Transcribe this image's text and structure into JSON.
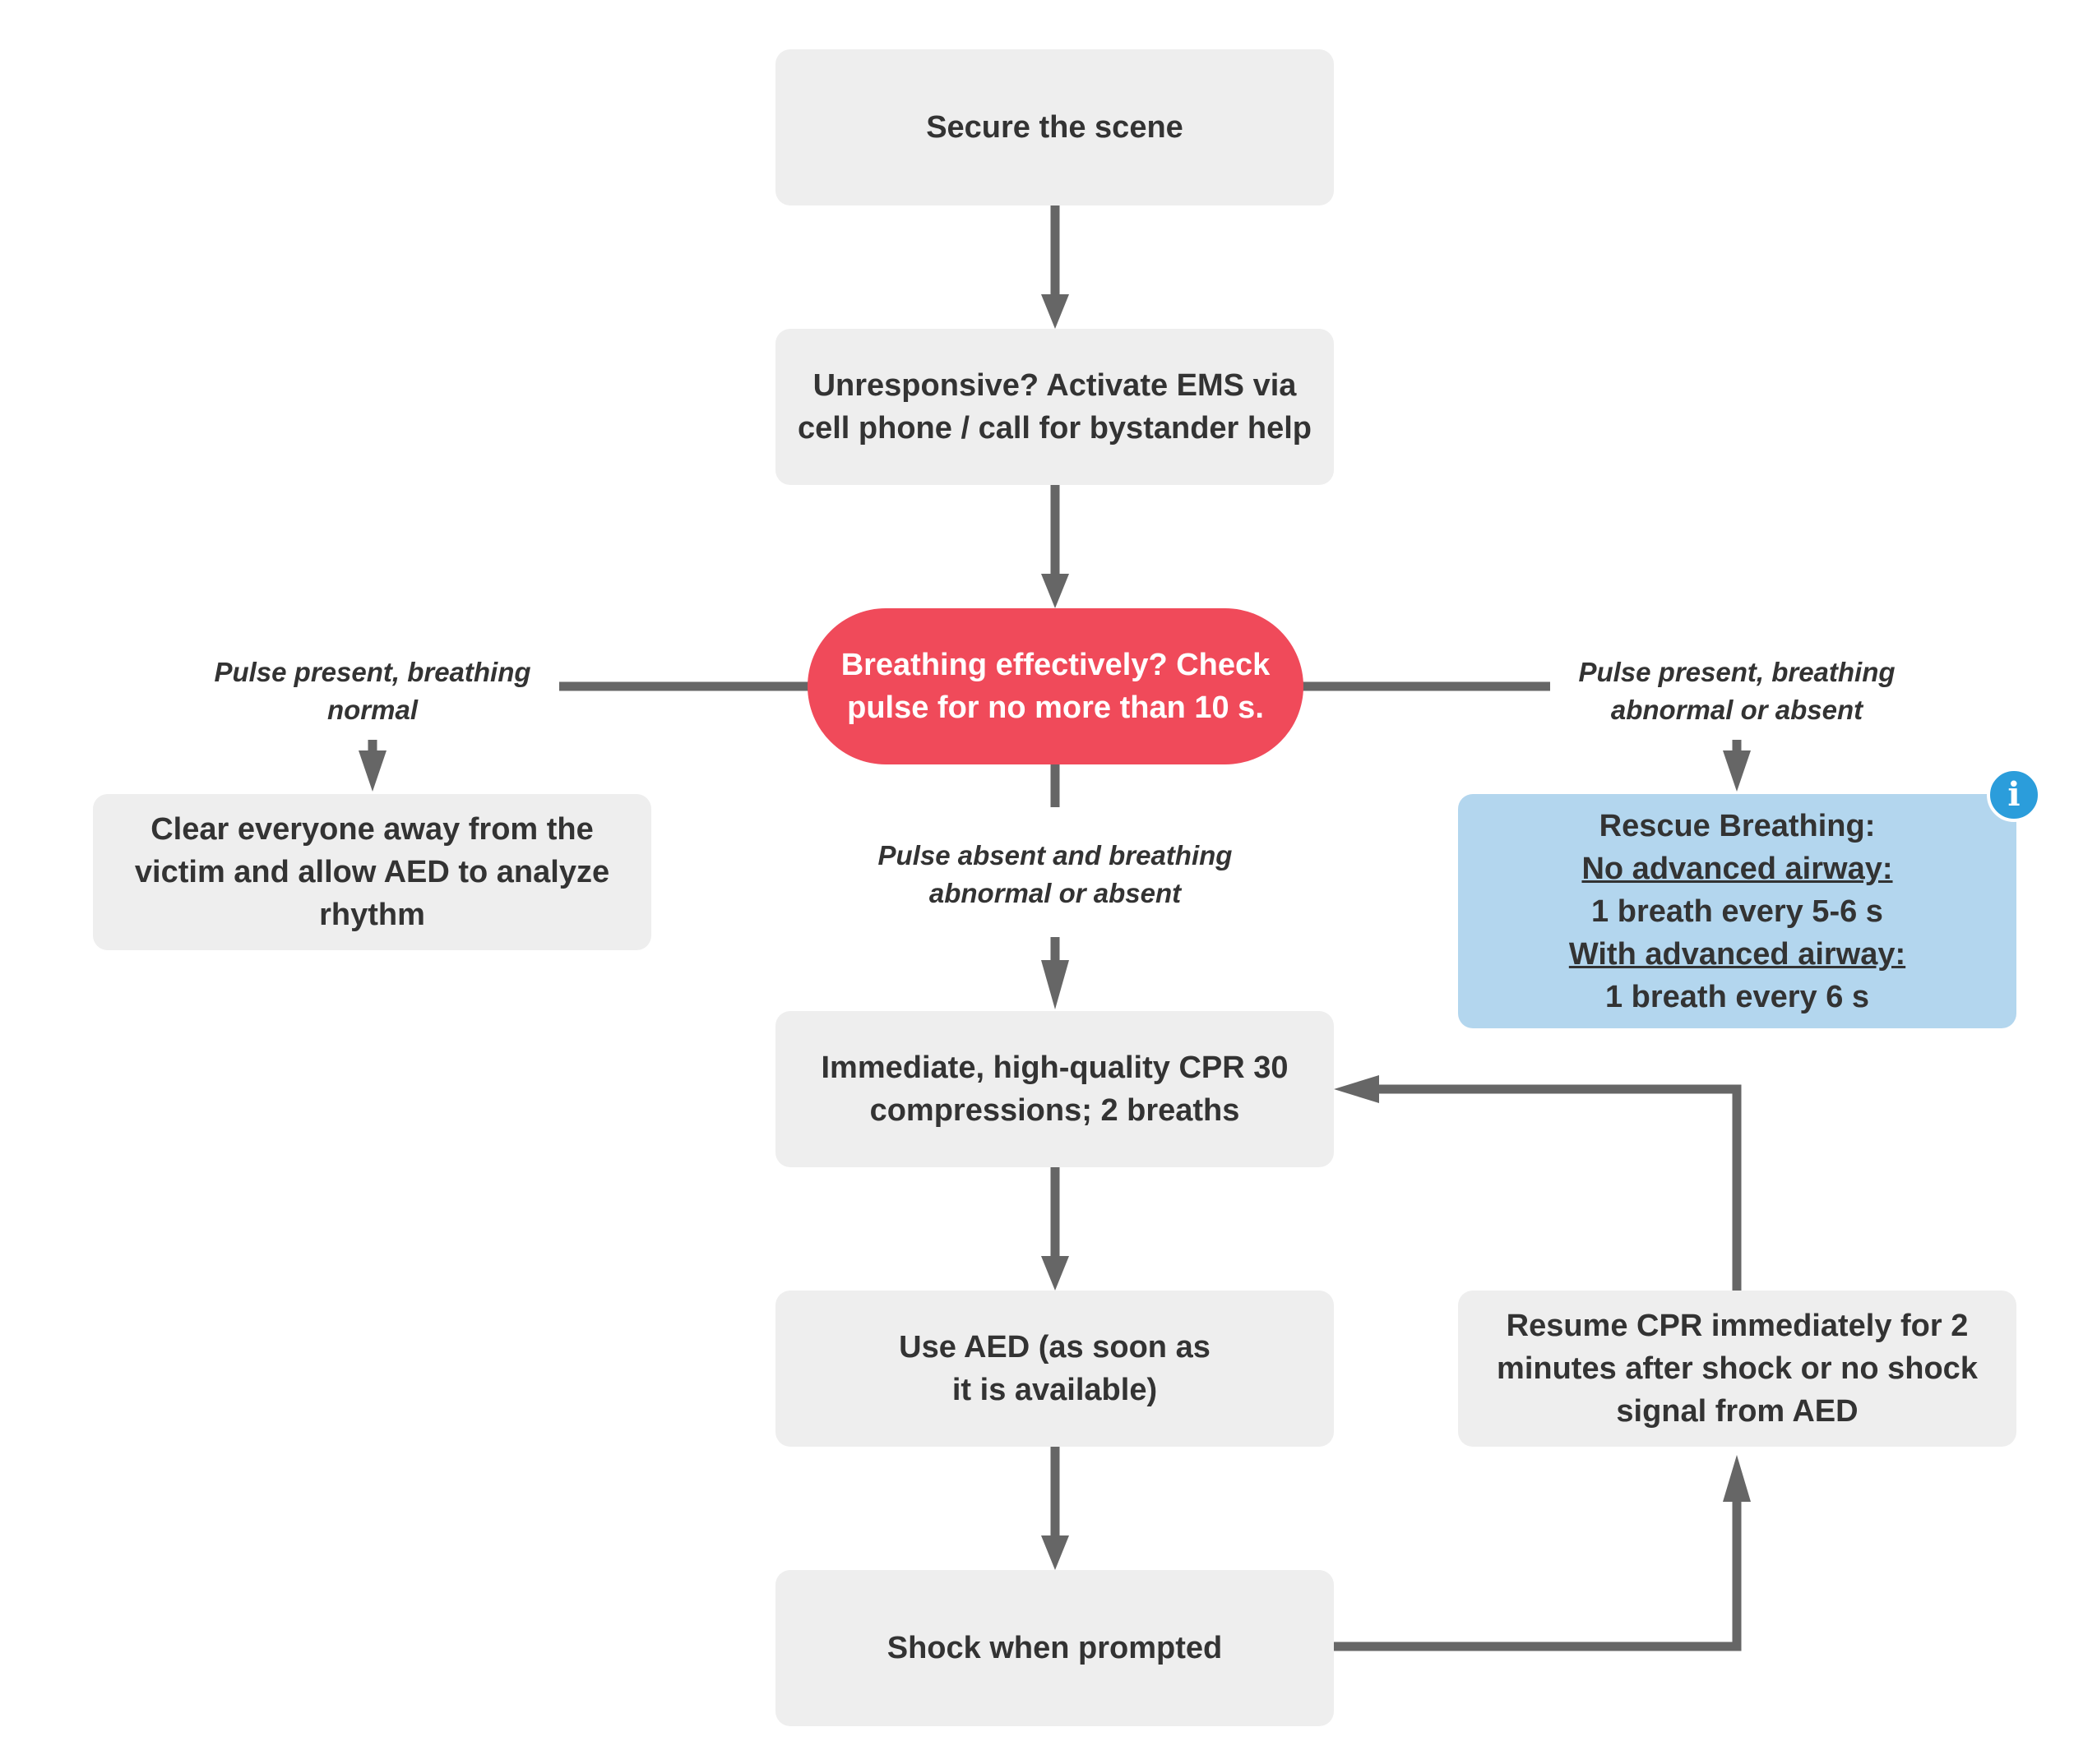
{
  "nodes": {
    "secure": {
      "text": "Secure the scene"
    },
    "unresponsive": {
      "lines": [
        "Unresponsive? Activate EMS via",
        "cell phone / call for bystander help"
      ]
    },
    "breathing": {
      "lines": [
        "Breathing effectively? Check",
        "pulse for no more than 10 s."
      ]
    },
    "clear": {
      "lines": [
        "Clear everyone away from the",
        "victim and allow AED to analyze",
        "rhythm"
      ]
    },
    "rescue": {
      "title": "Rescue Breathing:",
      "no_airway_heading": "No advanced airway:",
      "no_airway_rate": "1 breath every 5-6 s",
      "with_airway_heading": "With advanced airway:",
      "with_airway_rate": "1 breath every 6 s"
    },
    "cpr": {
      "lines": [
        "Immediate, high-quality CPR 30",
        "compressions; 2 breaths"
      ]
    },
    "aed": {
      "lines": [
        "Use AED (as soon as",
        "it is available)"
      ]
    },
    "resume": {
      "lines": [
        "Resume CPR immediately for 2",
        "minutes after shock or no shock",
        "signal from AED"
      ]
    },
    "shock": {
      "text": "Shock when prompted"
    }
  },
  "edge_labels": {
    "left": [
      "Pulse present, breathing",
      "normal"
    ],
    "right": [
      "Pulse present, breathing",
      "abnormal or absent"
    ],
    "center": [
      "Pulse absent and breathing",
      "abnormal or absent"
    ]
  },
  "info_badge": {
    "glyph": "i",
    "icon": "info-icon"
  },
  "colors": {
    "box": "#eeeeee",
    "decision": "#f04a5a",
    "info_box": "#b3d6ee",
    "info_badge": "#2b9ddb",
    "connector": "#666666",
    "text": "#333333"
  }
}
